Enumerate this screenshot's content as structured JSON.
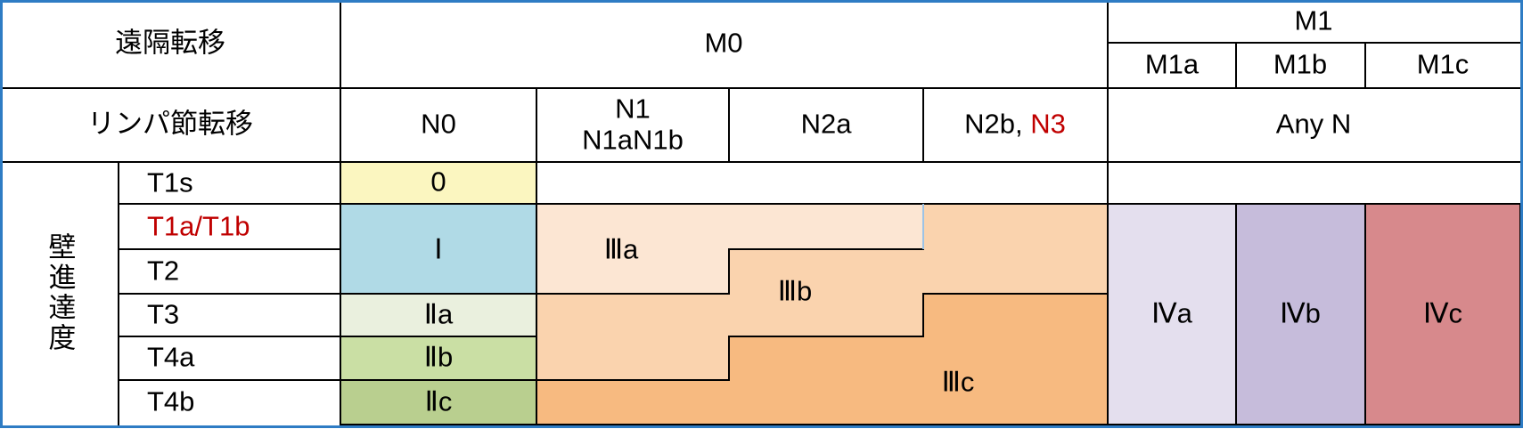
{
  "headers": {
    "distant_metastasis": "遠隔転移",
    "lymph_node_metastasis": "リンパ節転移",
    "wall_invasion_depth": "壁進達度",
    "m0": "M0",
    "m1": "M1",
    "m1a": "M1a",
    "m1b": "M1b",
    "m1c": "M1c",
    "n0": "N0",
    "n1_line1": "N1",
    "n1_line2": "N1aN1b",
    "n2a": "N2a",
    "n2b_prefix": "N2b, ",
    "n3": "N3",
    "any_n": "Any N"
  },
  "t_labels": [
    "T1s",
    "T1a/T1b",
    "T2",
    "T3",
    "T4a",
    "T4b"
  ],
  "stage_labels": {
    "s0": "0",
    "s1": "Ⅰ",
    "s2a": "Ⅱa",
    "s2b": "Ⅱb",
    "s2c": "Ⅱc",
    "s3a": "Ⅲa",
    "s3b": "Ⅲb",
    "s3c": "Ⅲc",
    "s4a": "Ⅳa",
    "s4b": "Ⅳb",
    "s4c": "Ⅳc"
  },
  "stage_matrix": {
    "columns": [
      "N0",
      "N1",
      "N2a",
      "N2b,N3",
      "M1a",
      "M1b",
      "M1c"
    ],
    "rows": [
      {
        "t": "T1s",
        "values": [
          "0",
          "",
          "",
          "",
          "",
          "",
          ""
        ]
      },
      {
        "t": "T1a/T1b",
        "values": [
          "Ⅰ",
          "Ⅲa",
          "Ⅲa",
          "Ⅲb",
          "Ⅳa",
          "Ⅳb",
          "Ⅳc"
        ]
      },
      {
        "t": "T2",
        "values": [
          "Ⅰ",
          "Ⅲa",
          "Ⅲb",
          "Ⅲb",
          "Ⅳa",
          "Ⅳb",
          "Ⅳc"
        ]
      },
      {
        "t": "T3",
        "values": [
          "Ⅱa",
          "Ⅲb",
          "Ⅲb",
          "Ⅲc",
          "Ⅳa",
          "Ⅳb",
          "Ⅳc"
        ]
      },
      {
        "t": "T4a",
        "values": [
          "Ⅱb",
          "Ⅲb",
          "Ⅲc",
          "Ⅲc",
          "Ⅳa",
          "Ⅳb",
          "Ⅳc"
        ]
      },
      {
        "t": "T4b",
        "values": [
          "Ⅱc",
          "Ⅲc",
          "Ⅲc",
          "Ⅲc",
          "Ⅳa",
          "Ⅳb",
          "Ⅳc"
        ]
      }
    ]
  },
  "colors": {
    "outer_border": "#2E7CC4",
    "grid_line": "#000000",
    "red_text": "#C00000",
    "n2b_step_accent_line": "#9DC3E6",
    "fills": {
      "s0": "#FBF6C0",
      "s1": "#B0DAE6",
      "s2a": "#EAF0DE",
      "s2b": "#CADFA4",
      "s2c": "#B9CF8F",
      "s3a": "#FCE6D3",
      "s3b": "#FAD3AE",
      "s3c": "#F7BA80",
      "s4a": "#E4DFEE",
      "s4b": "#C6BCDB",
      "s4c": "#D7898C"
    }
  }
}
